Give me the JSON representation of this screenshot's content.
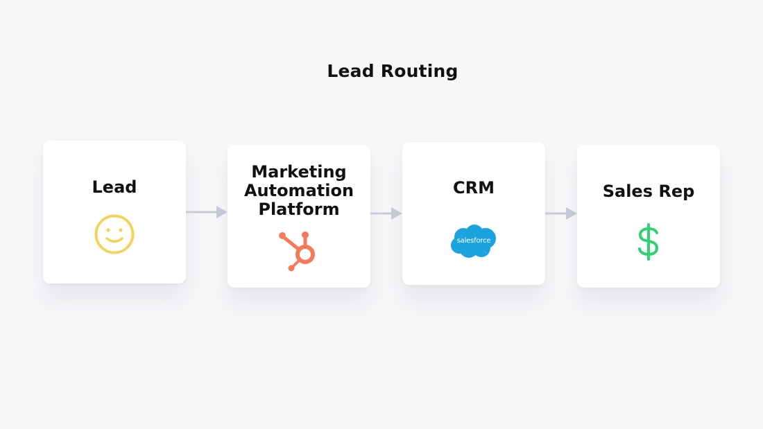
{
  "title": "Lead Routing",
  "steps": [
    {
      "label": "Lead",
      "icon": "smiley-face-icon",
      "icon_color": "#f2d45c"
    },
    {
      "label": "Marketing\nAutomation\nPlatform",
      "icon": "hubspot-logo-icon",
      "icon_color": "#f57a5c"
    },
    {
      "label": "CRM",
      "icon": "salesforce-logo-icon",
      "icon_color": "#1aa3dc",
      "logo_text": "salesforce"
    },
    {
      "label": "Sales Rep",
      "icon": "dollar-sign-icon",
      "icon_color": "#2ed26e"
    }
  ],
  "colors": {
    "background": "#f7f6f9",
    "card": "#ffffff",
    "arrow": "#c9ccd8"
  }
}
